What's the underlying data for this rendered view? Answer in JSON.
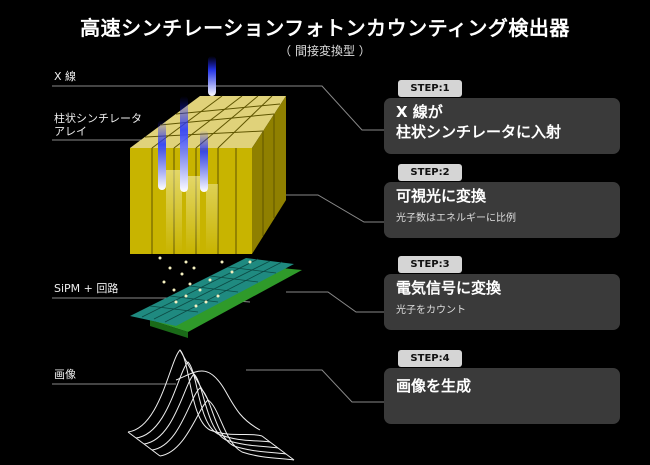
{
  "header": {
    "title": "高速シンチレーションフォトンカウンティング検出器",
    "subtitle": "（ 間接変換型 ）"
  },
  "labels": {
    "xray": "X 線",
    "array_line1": "柱状シンチレータ",
    "array_line2": "アレイ",
    "sipm": "SiPM + 回路",
    "image": "画像"
  },
  "steps": [
    {
      "tag": "STEP:1",
      "main_line1": "X 線が",
      "main_line2": "柱状シンチレータに入射"
    },
    {
      "tag": "STEP:2",
      "main": "可視光に変換",
      "sub": "光子数はエネルギーに比例"
    },
    {
      "tag": "STEP:3",
      "main": "電気信号に変換",
      "sub": "光子をカウント"
    },
    {
      "tag": "STEP:4",
      "main": "画像を生成"
    }
  ],
  "colors": {
    "scintillator": "#c8b400",
    "xray_beam": "#2a3cff",
    "sipm": "#1f8a80",
    "circuit": "#2f9a2a",
    "panel": "#3a3a3a"
  }
}
